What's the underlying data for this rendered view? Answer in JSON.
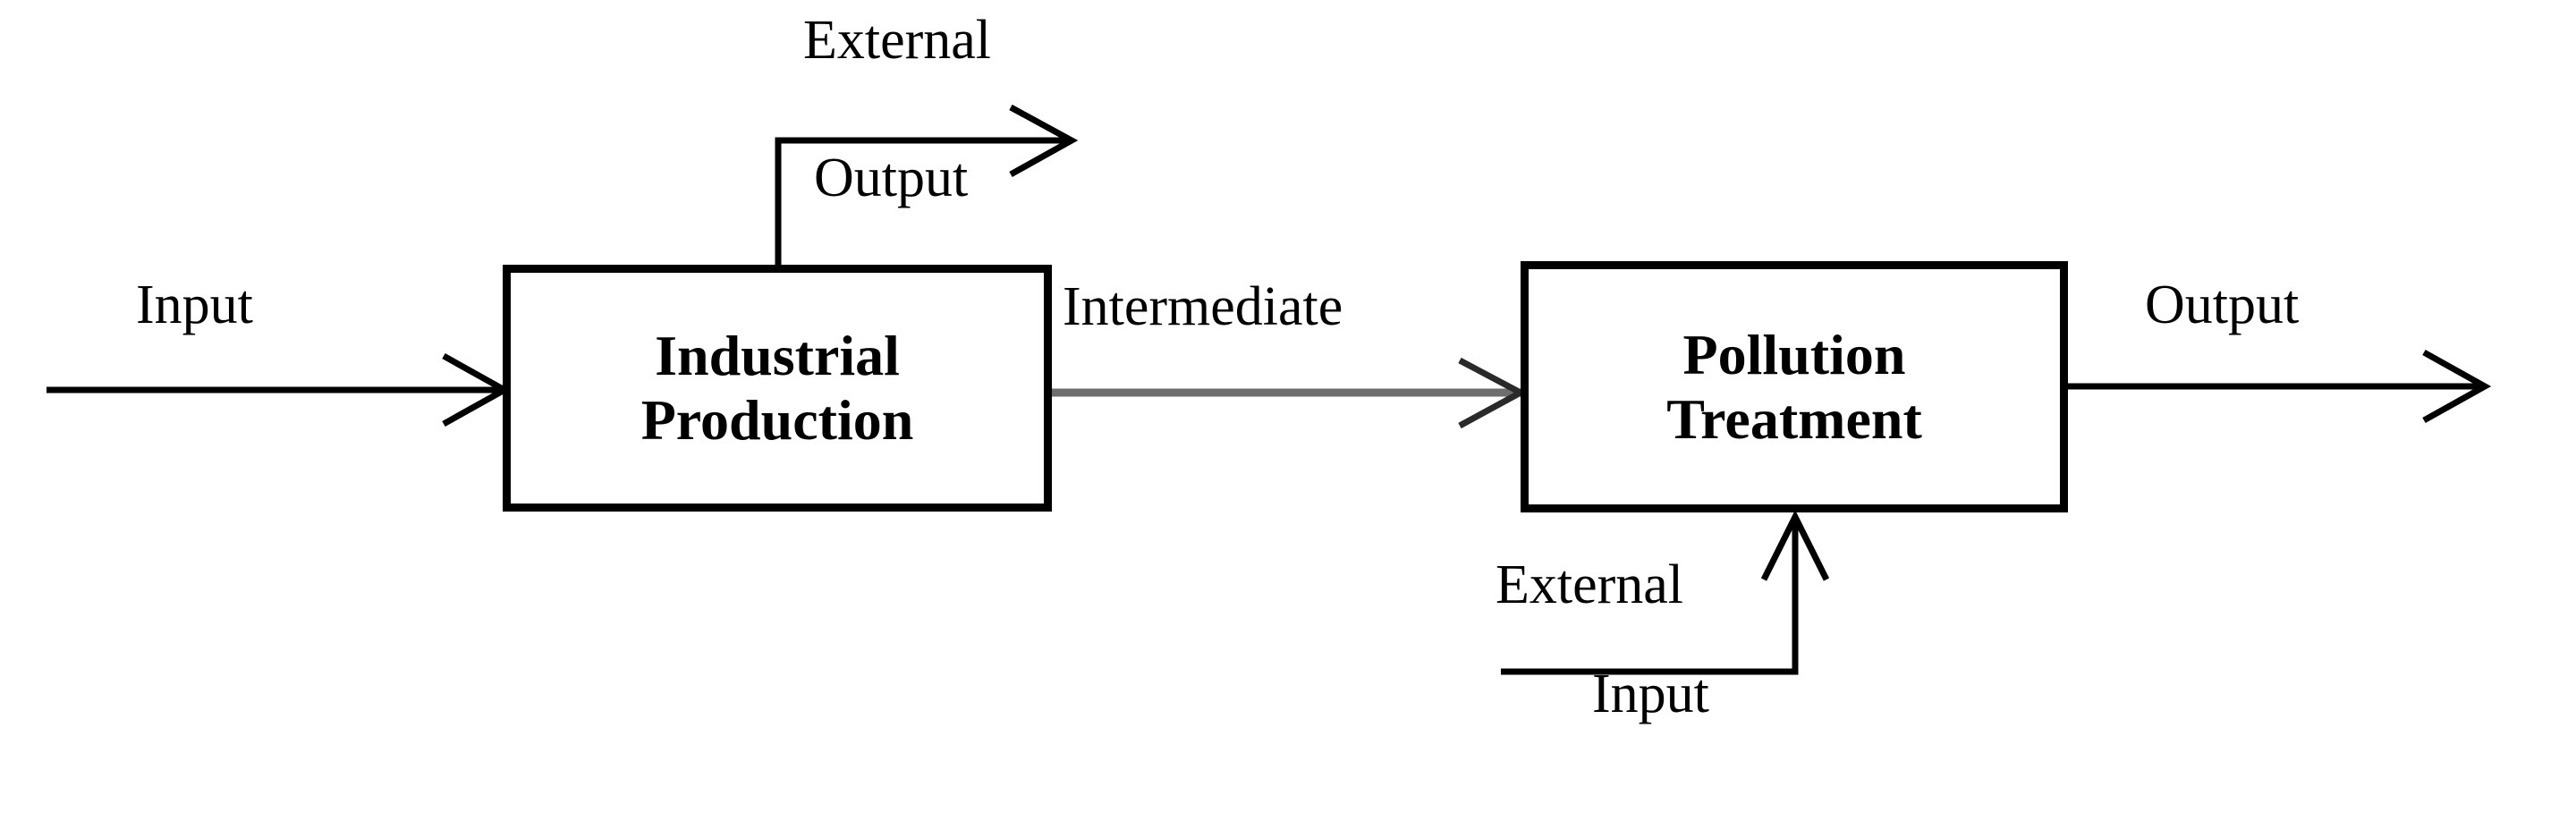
{
  "diagram": {
    "title": "Two-stage industrial production and pollution treatment process network",
    "background_color": "#ffffff",
    "line_color": "#000000",
    "intermediate_line_color": "#6e6e6e",
    "nodes": [
      {
        "id": "industrial-production",
        "label_line1": "Industrial",
        "label_line2": "Production"
      },
      {
        "id": "pollution-treatment",
        "label_line1": "Pollution",
        "label_line2": "Treatment"
      }
    ],
    "flows": {
      "input_left": "Input",
      "external_output_line1": "External",
      "external_output_line2": "Output",
      "intermediate": "Intermediate",
      "output_right": "Output",
      "external_input_line1": "External",
      "external_input_line2": "Input"
    }
  }
}
